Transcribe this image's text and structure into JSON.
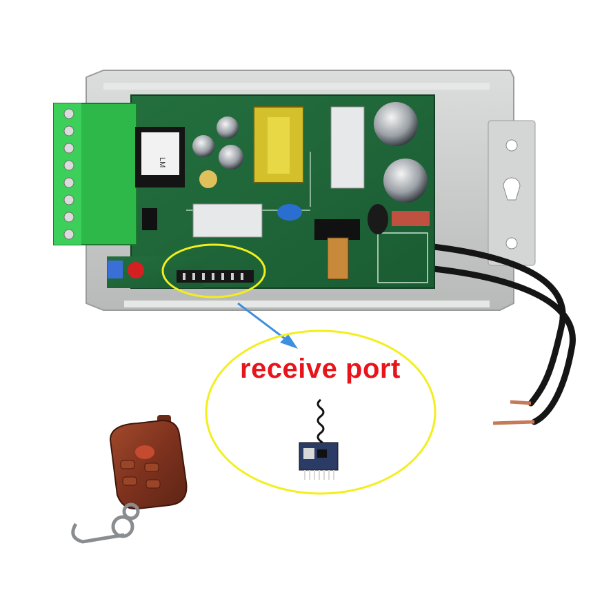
{
  "annotation": {
    "label": "receive port",
    "label_color": "#e8141b",
    "highlight_color": "#f2ef1c",
    "arrow_color": "#3d8fe0"
  },
  "pcb": {
    "board_color": "#1f6b3a",
    "terminal_color": "#2eb84a",
    "plate_color": "#c9cbc9",
    "transformer_text": "LM"
  },
  "remote": {
    "body_color": "#8a3a24",
    "button_color": "#c44a30"
  },
  "receiver_module": {
    "board_color": "#2a3c66",
    "pin_count": 7
  }
}
